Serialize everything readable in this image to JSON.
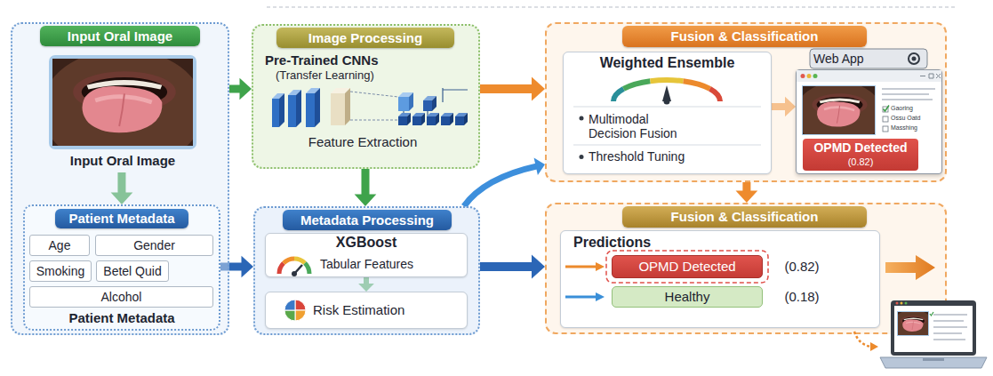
{
  "diagram": {
    "nodes": [
      {
        "text": [
          "Input Oral Image"
        ]
      },
      {
        "text": [
          "Input Oral Image"
        ],
        "in": 0
      },
      {
        "text": [
          "Patient Metadata",
          "Patient Metadata"
        ],
        "in": 0
      },
      {
        "text": [
          "Age"
        ],
        "in": 2
      },
      {
        "text": [
          "Gender"
        ],
        "in": 2
      },
      {
        "text": [
          "Smoking"
        ],
        "in": 2
      },
      {
        "text": [
          "Betel Quid"
        ],
        "in": 2
      },
      {
        "text": [
          "Alcohol"
        ],
        "in": 2
      },
      {
        "text": [
          "Image Processing",
          "Pre-Trained CNNs",
          "(Transfer Learning)",
          "Feature Extraction"
        ]
      },
      {
        "text": [
          "Metadata Processing"
        ]
      },
      {
        "text": [
          "XGBoost",
          "Tabular Features"
        ],
        "in": 9
      },
      {
        "text": [
          "Risk Estimation"
        ],
        "in": 9
      },
      {
        "text": [
          "Fusion & Classification"
        ]
      },
      {
        "text": [
          "Weighted Ensemble",
          "Multimodal Decision Fusion",
          "Threshold Tuning"
        ],
        "in": 12
      },
      {
        "text": [
          "Web App"
        ],
        "in": 12
      },
      {
        "text": [
          "OPMD Detected",
          "(0.82)"
        ],
        "in": 14
      },
      {
        "text": [
          "Fusion & Classification"
        ]
      },
      {
        "text": [
          "Predictions"
        ],
        "in": 16
      },
      {
        "text": [
          "OPMD Detected"
        ],
        "in": 17
      },
      {
        "text": [
          "Healthy"
        ],
        "in": 17
      }
    ],
    "edges": [
      {
        "from": 0,
        "to": 8,
        "arrow": "to"
      },
      {
        "from": 1,
        "to": 2,
        "arrow": "to"
      },
      {
        "from": 2,
        "to": 9,
        "arrow": "to"
      },
      {
        "from": 8,
        "to": 9,
        "arrow": "to"
      },
      {
        "from": 8,
        "to": 12,
        "arrow": "to"
      },
      {
        "from": 9,
        "to": 12,
        "arrow": "to"
      },
      {
        "from": 9,
        "to": 16,
        "arrow": "to"
      },
      {
        "from": 10,
        "to": 11,
        "arrow": "to"
      },
      {
        "from": 13,
        "to": 14,
        "arrow": "to"
      },
      {
        "from": 12,
        "to": 16,
        "arrow": "to"
      }
    ],
    "labels": [
      "Gaoring",
      "Ossu Oatd",
      "Masshing",
      "(0.82)",
      "(0.18)"
    ]
  }
}
